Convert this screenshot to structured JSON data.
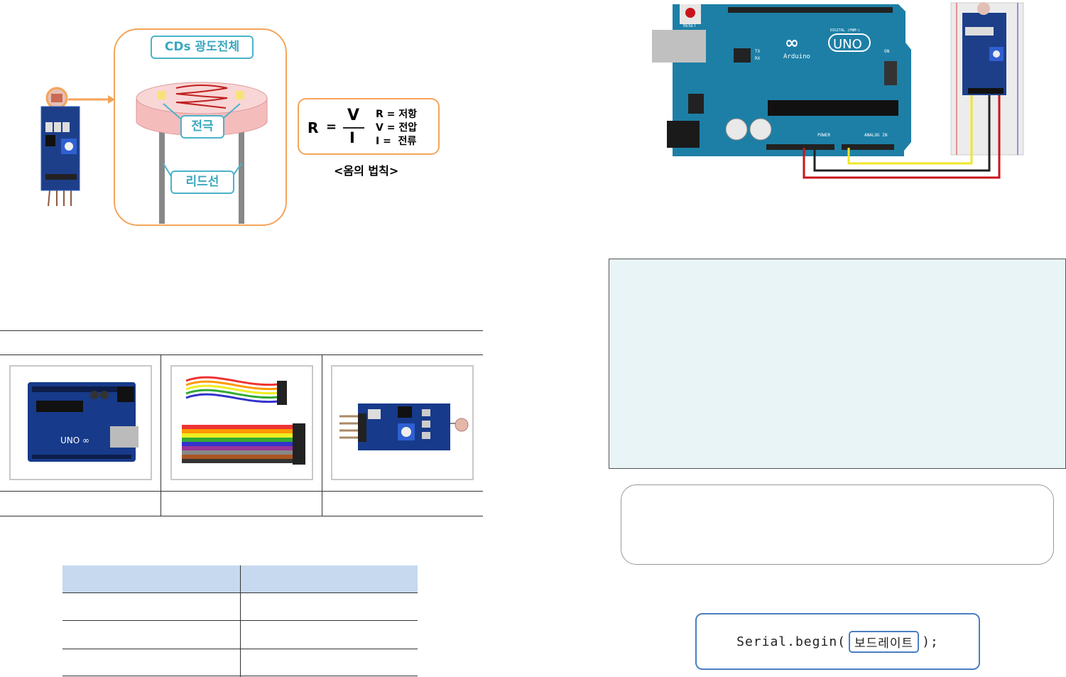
{
  "cds_diagram": {
    "title_tag": "CDs 광도전체",
    "electrode_tag": "전극",
    "lead_tag": "리드선"
  },
  "ohm_law": {
    "r_symbol": "R",
    "equals": "=",
    "v_symbol": "V",
    "i_symbol": "I",
    "legend": [
      "R = 저항",
      "V = 전압",
      "I =  전류"
    ],
    "caption": "<옴의 법칙>"
  },
  "arduino_board": {
    "reset_label": "RESET",
    "uno_label": "UNO",
    "brand_label": "Arduino",
    "power_label": "POWER",
    "analog_label": "ANALOG IN",
    "digital_label": "DIGITAL (PWM~)",
    "on_label": "ON",
    "tx_label": "TX",
    "rx_label": "RX"
  },
  "serial_syntax": {
    "prefix": "Serial.begin(",
    "param": "보드레이트",
    "suffix": ");"
  },
  "colors": {
    "accent_orange": "#f4a45a",
    "accent_teal": "#4bb3c9",
    "board_blue": "#1d7fa6",
    "code_bg": "#e8f4f5",
    "table_head": "#c6d9ef",
    "wire_red": "#c8151b",
    "wire_yellow": "#f0e62a",
    "wire_black": "#222222"
  }
}
